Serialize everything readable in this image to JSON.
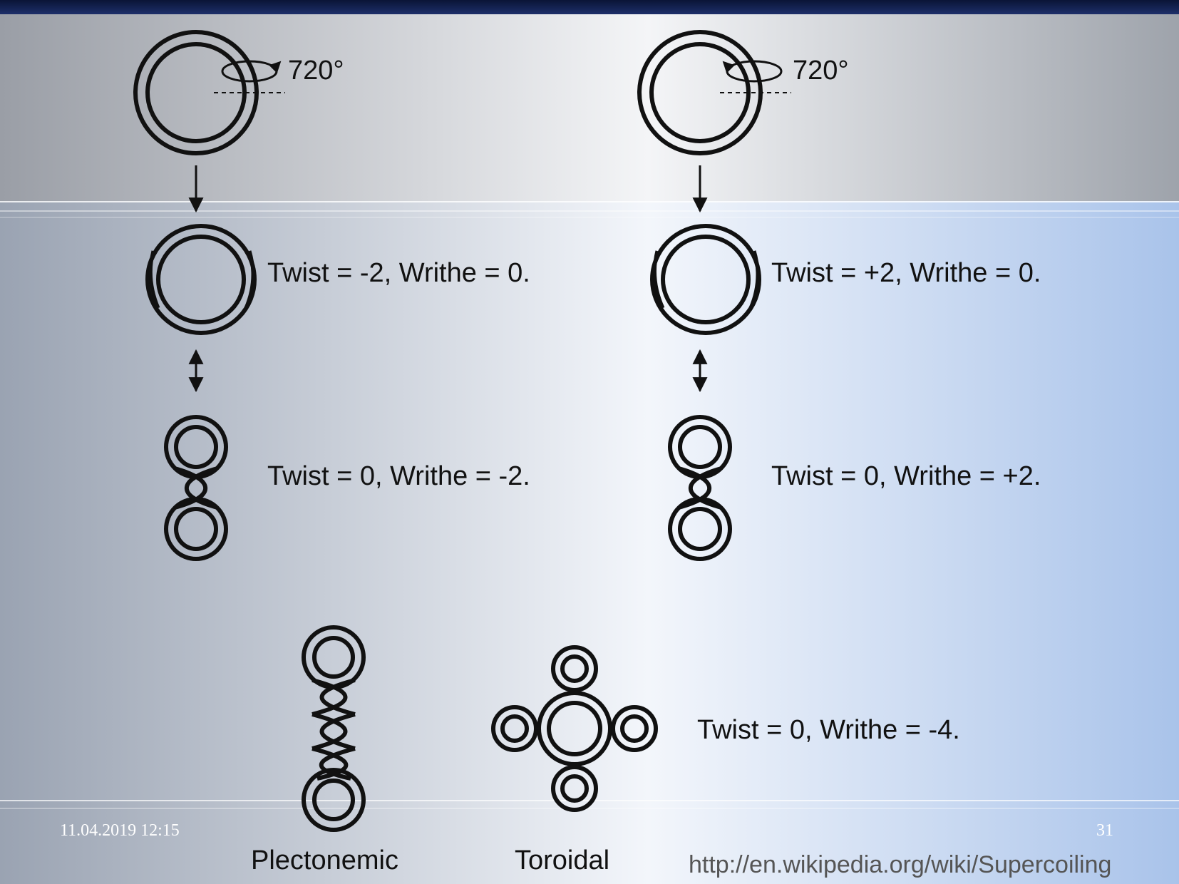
{
  "rotation": {
    "left": "720°",
    "right": "720°"
  },
  "left_column": {
    "state1": "Twist = -2, Writhe = 0.",
    "state2": "Twist = 0, Writhe = -2."
  },
  "right_column": {
    "state1": "Twist = +2, Writhe = 0.",
    "state2": "Twist = 0, Writhe = +2."
  },
  "bottom": {
    "label": "Twist = 0, Writhe = -4.",
    "captions": {
      "plectonemic": "Plectonemic",
      "toroidal": "Toroidal"
    }
  },
  "footer": {
    "date": "11.04.2019 12:15",
    "page": "31"
  },
  "source_url": "http://en.wikipedia.org/wiki/Supercoiling",
  "colors": {
    "top_band": "#0f1d4a",
    "ink": "#111111",
    "accent_blue": "#a9c3ea"
  }
}
